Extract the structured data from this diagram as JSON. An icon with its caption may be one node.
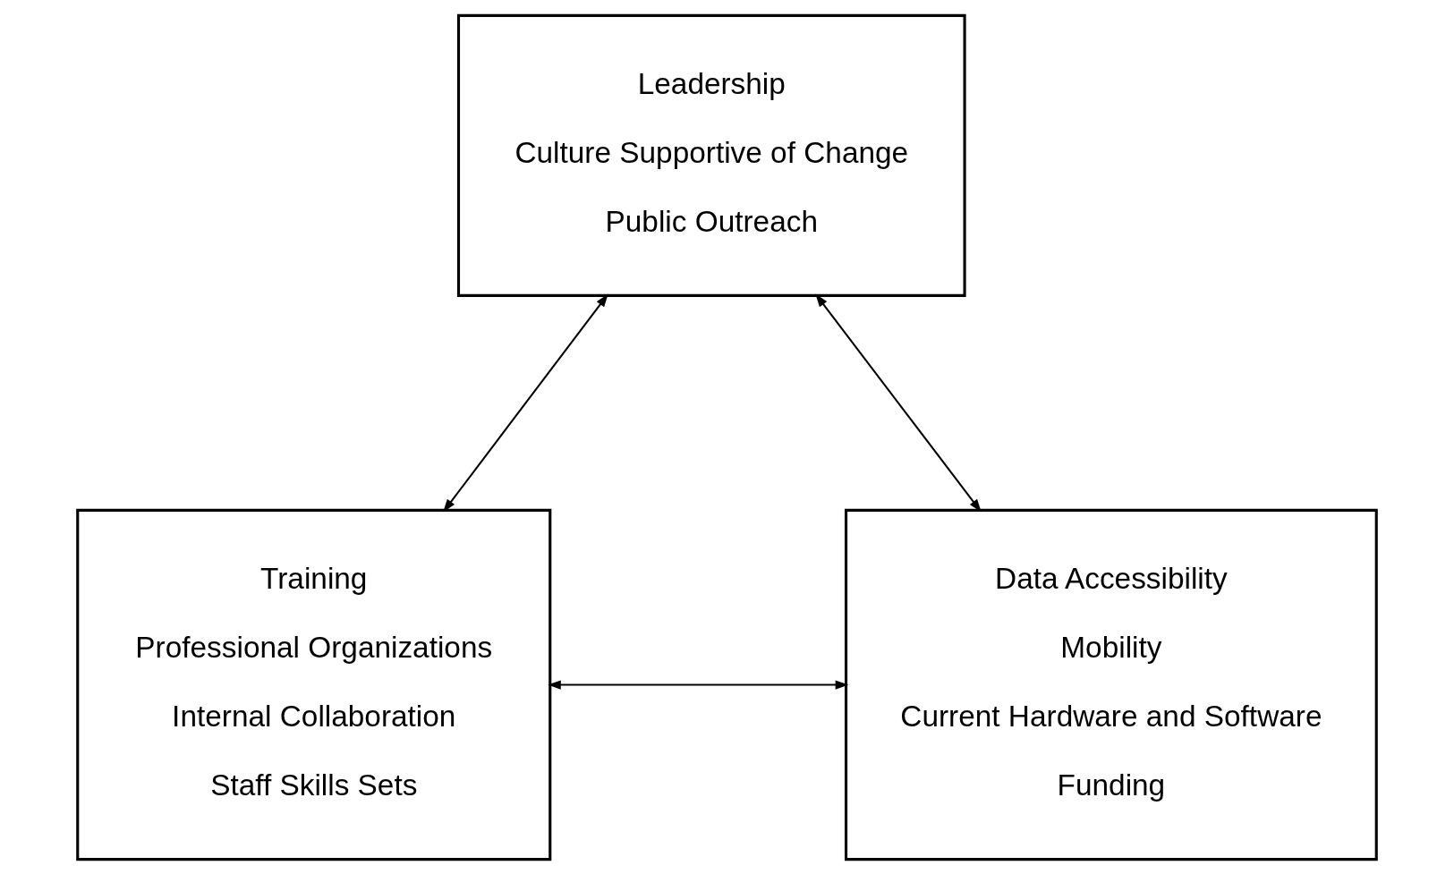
{
  "diagram": {
    "nodes": [
      {
        "text": [
          "Leadership",
          "Culture Supportive of Change",
          "Public Outreach"
        ]
      },
      {
        "text": [
          "Training",
          "Professional Organizations",
          "Internal Collaboration",
          "Staff Skills Sets"
        ]
      },
      {
        "text": [
          "Data Accessibility",
          "Mobility",
          "Current Hardware and Software",
          "Funding"
        ]
      }
    ],
    "edges": [
      {
        "from": 0,
        "to": 1,
        "arrow": "both"
      },
      {
        "from": 0,
        "to": 2,
        "arrow": "both"
      },
      {
        "from": 1,
        "to": 2,
        "arrow": "both"
      }
    ]
  }
}
